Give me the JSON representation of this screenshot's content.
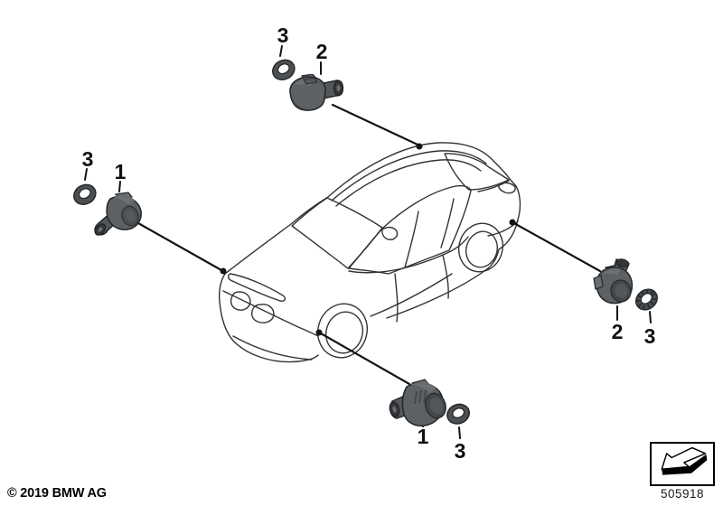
{
  "footer": {
    "copyright": "© 2019 BMW AG"
  },
  "reference": {
    "code": "505918",
    "icon_name": "main-group-arrow-icon"
  },
  "callouts": [
    {
      "label": "3"
    },
    {
      "label": "2"
    },
    {
      "label": "3"
    },
    {
      "label": "1"
    },
    {
      "label": "2"
    },
    {
      "label": "3"
    },
    {
      "label": "1"
    },
    {
      "label": "3"
    }
  ],
  "parts": {
    "sensor_name": "ultrasonic-parking-sensor",
    "ring_name": "sealing-o-ring",
    "vehicle_name": "bmw-sedan-line-drawing"
  },
  "colors": {
    "background": "#ffffff",
    "line_art": "#333333",
    "leader_line": "#141414",
    "sensor_body": "#5d6164",
    "sensor_dark": "#34373a",
    "sensor_light": "#6a6e71",
    "o_ring": "#4b4f52",
    "text": "#000000"
  }
}
